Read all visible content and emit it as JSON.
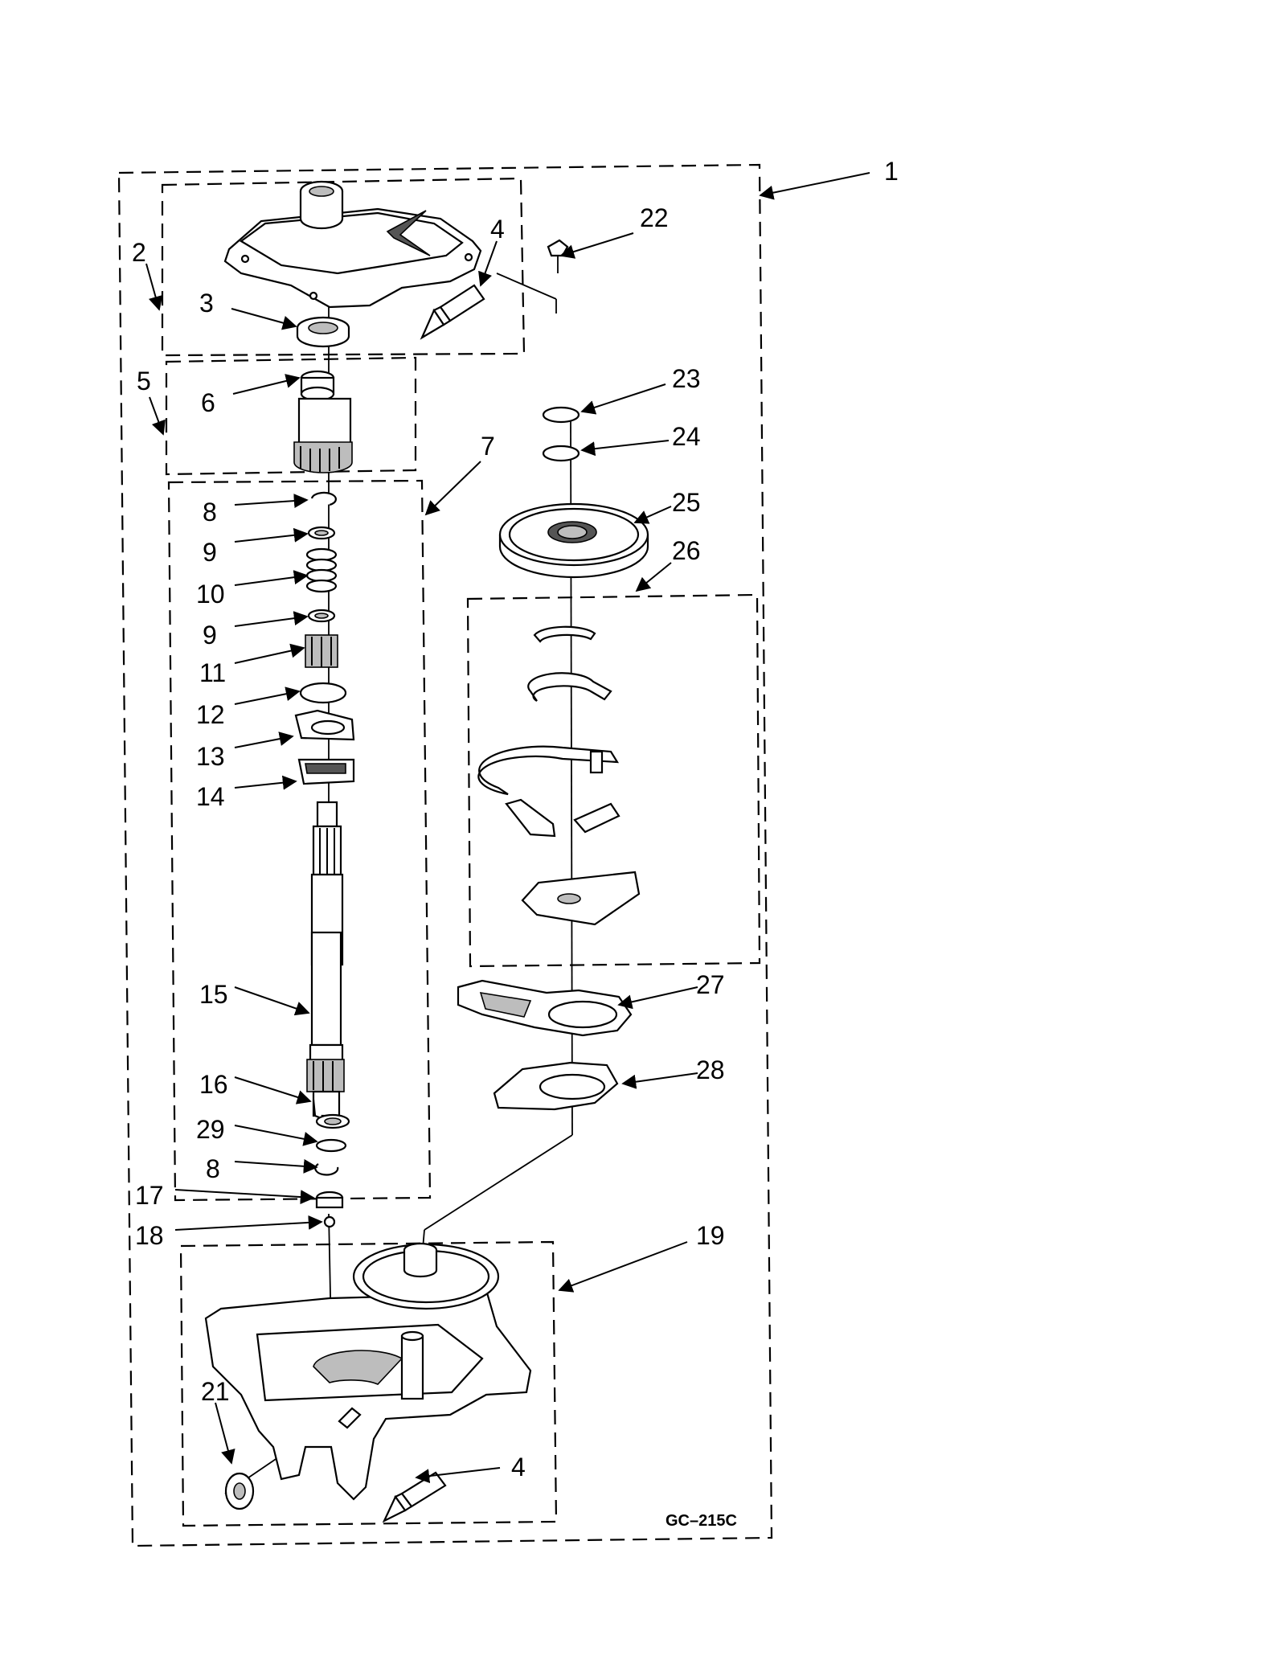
{
  "diagram": {
    "code": "GC–215C",
    "callouts": [
      "1",
      "2",
      "3",
      "4",
      "5",
      "6",
      "7",
      "8",
      "9",
      "10",
      "9",
      "11",
      "12",
      "13",
      "14",
      "15",
      "16",
      "29",
      "8",
      "17",
      "18",
      "19",
      "21",
      "4",
      "22",
      "23",
      "24",
      "25",
      "26",
      "27",
      "28"
    ]
  }
}
